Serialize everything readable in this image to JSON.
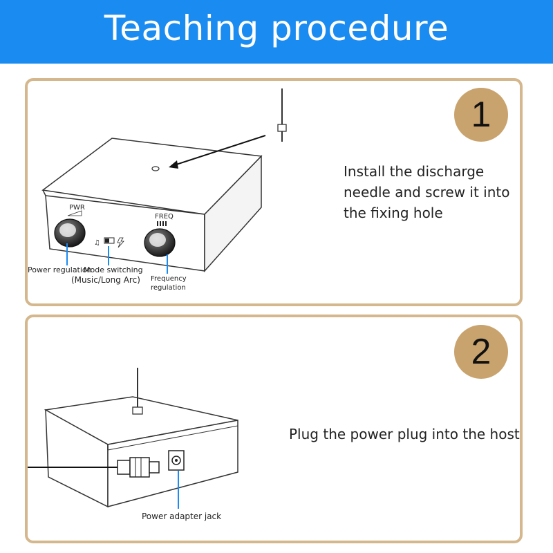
{
  "header": {
    "title": "Teaching procedure"
  },
  "steps": [
    {
      "number": "1",
      "description_lines": [
        "Install the discharge",
        "needle and screw it into",
        "the fixing hole"
      ],
      "device_labels": {
        "pwr": "PWR",
        "freq": "FREQ"
      },
      "callouts": {
        "power": "Power regulation",
        "mode_line1": "Mode switching",
        "mode_line2": "(Music/Long Arc)",
        "freq_line1": "Frequency",
        "freq_line2": "regulation"
      }
    },
    {
      "number": "2",
      "description_lines": [
        "Plug the power plug into the host"
      ],
      "callouts": {
        "jack": "Power adapter jack"
      }
    }
  ],
  "colors": {
    "header_bg": "#1a8bf0",
    "panel_border": "#d4b78c",
    "badge": "#c9a36e",
    "callout_line": "#1a8bf0"
  }
}
